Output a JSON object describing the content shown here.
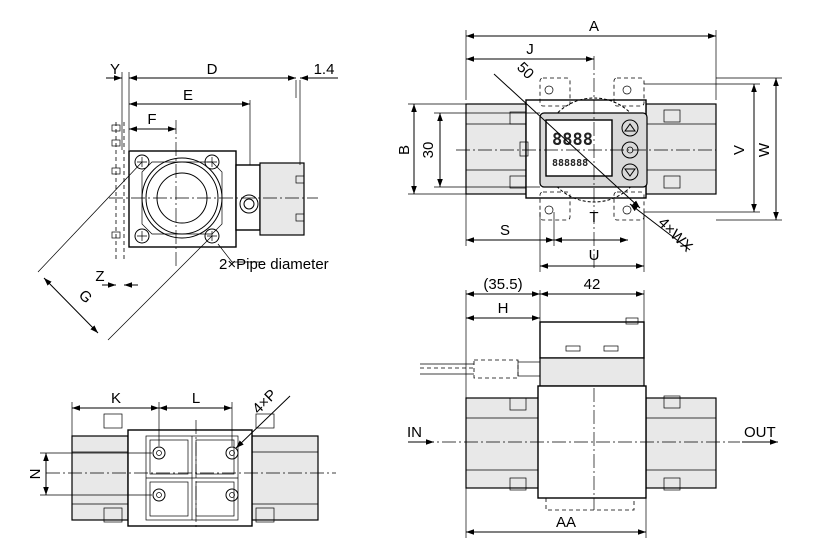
{
  "labels": {
    "A": "A",
    "J": "J",
    "d50": "50",
    "B": "B",
    "d30": "30",
    "V": "V",
    "W": "W",
    "S": "S",
    "T": "T",
    "U": "U",
    "holes4": "4×WX",
    "Y": "Y",
    "D": "D",
    "d1_4": "1.4",
    "E": "E",
    "F": "F",
    "Z": "Z",
    "G": "G",
    "pipe_note": "2×Pipe diameter",
    "d35_5": "(35.5)",
    "d42": "42",
    "H": "H",
    "IN": "IN",
    "OUT": "OUT",
    "AA": "AA",
    "K": "K",
    "L": "L",
    "N": "N",
    "holes4P": "4×P"
  },
  "display": {
    "main": "8888",
    "sub": "888888"
  }
}
